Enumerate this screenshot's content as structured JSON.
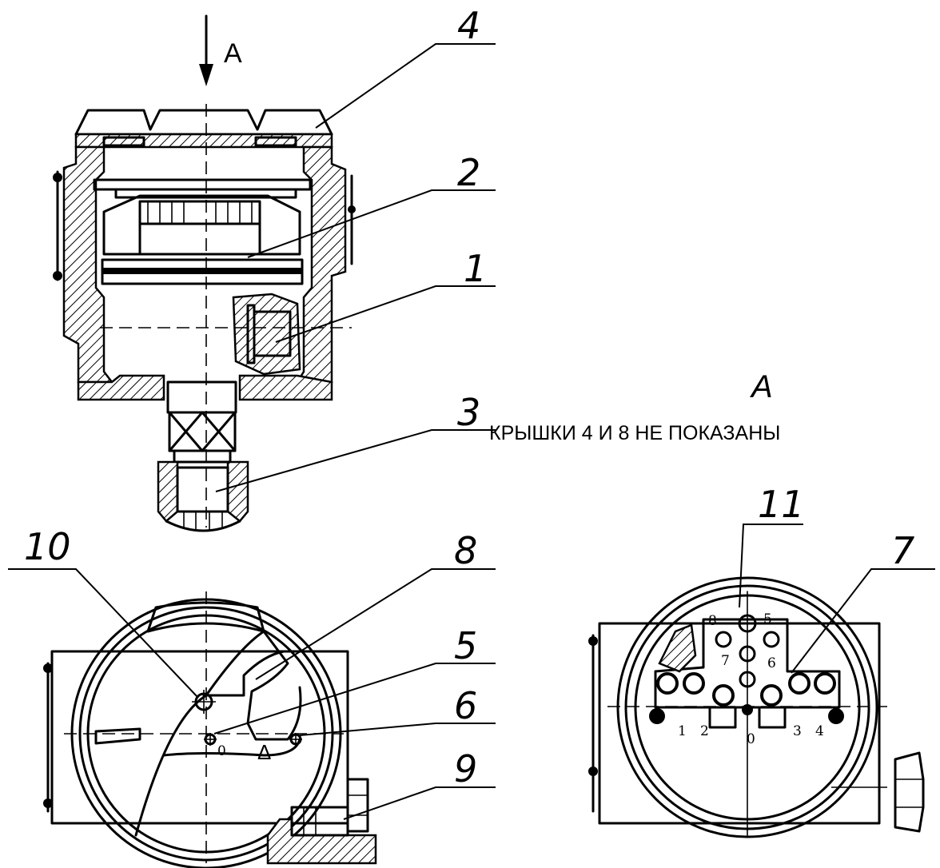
{
  "view_arrow_label": "A",
  "view_title": "A",
  "view_note": "КРЫШКИ  4  И  8  НЕ ПОКАЗАНЫ",
  "callouts": {
    "c1": "1",
    "c2": "2",
    "c3": "3",
    "c4": "4",
    "c5": "5",
    "c6": "6",
    "c7": "7",
    "c8": "8",
    "c9": "9",
    "c10": "10",
    "c11": "11"
  },
  "bottom_view": {
    "zero_mark": "0",
    "triangle_mark": "Δ"
  },
  "terminals": {
    "t1": "1",
    "t2": "2",
    "t0": "0",
    "t3": "3",
    "t4": "4",
    "t5": "5",
    "t6": "6",
    "t7": "7",
    "t8": "8"
  }
}
